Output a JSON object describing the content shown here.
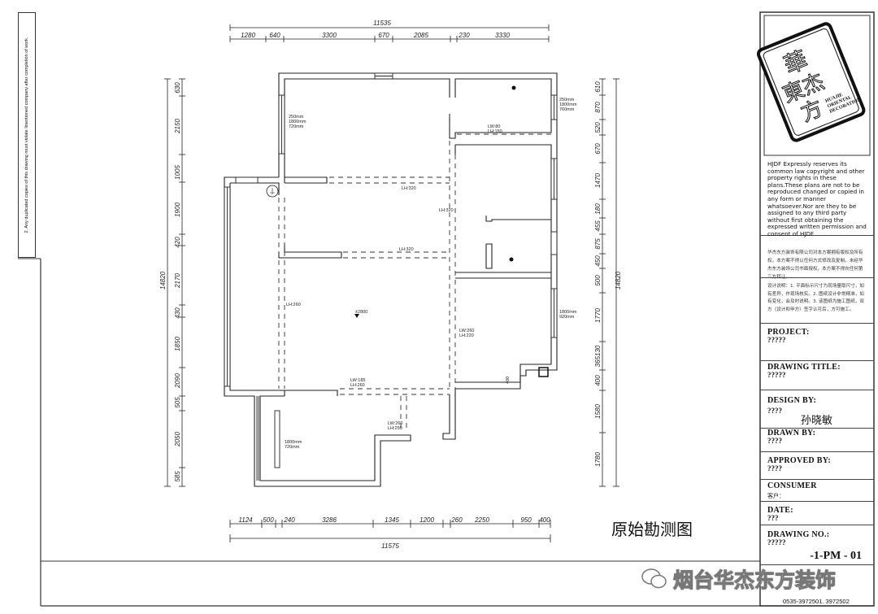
{
  "side_note": "2. Any duplicated copies of this drawing must violate Iinentioned company after completion of work.",
  "dimensions": {
    "top_total": "11535",
    "top_segments": [
      "1280",
      "640",
      "3300",
      "670",
      "2085",
      "230",
      "3330"
    ],
    "bottom_total": "11575",
    "bottom_segments": [
      "1124",
      "500",
      "240",
      "3286",
      "1345",
      "1200",
      "260",
      "2250",
      "950",
      "400"
    ],
    "left_total": "14820",
    "left_segments": [
      "630",
      "2150",
      "1005",
      "1900",
      "420",
      "2170",
      "430",
      "1850",
      "2090",
      "505",
      "2050",
      "585"
    ],
    "right_total": "14820",
    "right_segments": [
      "610",
      "870",
      "520",
      "670",
      "1470",
      "180",
      "455",
      "875",
      "450",
      "500",
      "1770",
      "365130",
      "400",
      "1580",
      "1780"
    ]
  },
  "plan_labels": {
    "lh320_a": "LH:320",
    "lh320_b": "LH:320",
    "lh320_c": "LH:320",
    "lh260": "LH:260",
    "level": "±2800",
    "lw260_lh220": [
      "LW:260",
      "LH:220"
    ],
    "lw185_lh260": [
      "LW:185",
      "LH:260"
    ],
    "lw260_lh250": [
      "LW:260",
      "LH:250"
    ],
    "lw80_lh150": [
      "LW:80",
      "LH:150"
    ],
    "win_top_left": [
      "250mm",
      "1800mm",
      "720mm"
    ],
    "win_top_right": [
      "250mm",
      "1800mm",
      "760mm"
    ],
    "win_right": [
      "1800mm",
      "920mm"
    ],
    "win_bottom_left": [
      "1800mm",
      "720mm"
    ],
    "corner": "400"
  },
  "plan_title": "原始勘测图",
  "title_block": {
    "logo_text": "HUAJIE ORIENTAL DECORATION",
    "copyright_en": "HJDF Expressly reserves its common law copyright and other property rights in these plans.These plans are not to be reproduced changed or copied in any form or manner whatsoever.Nor are they  to be assigned to any third party without first obtaining the expressed written permission and consent of HJDF",
    "copyright_cn": "华杰东方装饰有限公司对本方案拥有版权及所有权。本方案不得以任何方式修改及复制。未经华杰东方装饰公司书面授权，本方案不得向任何第三方转让。",
    "design_notes": "设计说明：1. 平面标示尺寸为现场量取尺寸，如有差异，作现场核实。2. 图纸设计非常精准，如有变化，会及时说明。3. 该图纸为施工图纸，双方（设计和甲方）签字认可后，方可施工。",
    "project_label": "PROJECT:",
    "project_value": "?????",
    "drawing_title_label": "DRAWING TITLE:",
    "drawing_title_value": "?????",
    "design_by_label": "DESIGN BY:",
    "design_by_value": "????",
    "designer_name": "孙晓敏",
    "drawn_by_label": "DRAWN BY:",
    "drawn_by_value": "????",
    "approved_by_label": "APPROVED BY:",
    "approved_by_value": "????",
    "consumer_label": "CONSUMER",
    "consumer_value": "客户：",
    "date_label": "DATE:",
    "date_value": "???",
    "drawing_no_label": "DRAWING NO.:",
    "drawing_no_value": "?????",
    "drawing_no": "-1-PM - 01",
    "phone": "0535-3972501. 3972502"
  },
  "watermark": "烟台华杰东方装饰"
}
